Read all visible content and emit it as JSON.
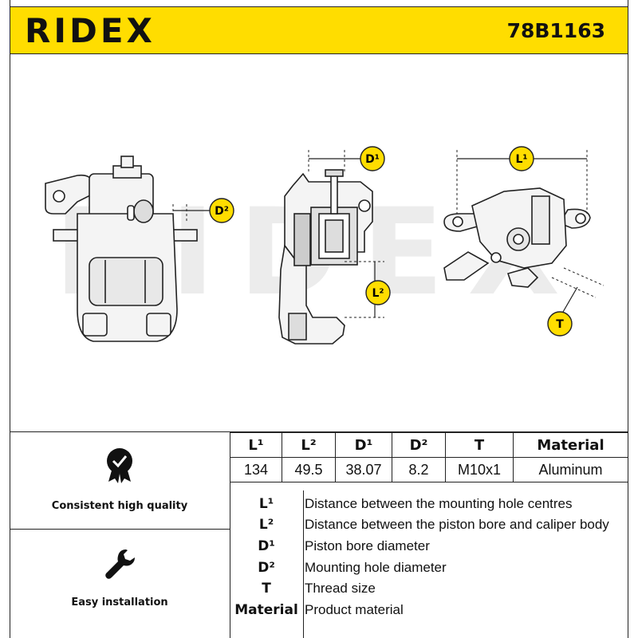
{
  "header": {
    "brand": "RIDEX",
    "part_number": "78B1163",
    "background_color": "#ffdd00"
  },
  "drawing": {
    "watermark": "RIDEX",
    "labels": {
      "d1": "D¹",
      "d2": "D²",
      "l1": "L¹",
      "l2": "L²",
      "t": "T"
    },
    "label_color": "#ffdd00"
  },
  "features": [
    {
      "icon": "quality-badge-icon",
      "label": "Consistent high quality"
    },
    {
      "icon": "wrench-icon",
      "label": "Easy installation"
    }
  ],
  "specs": {
    "headers": [
      "L¹",
      "L²",
      "D¹",
      "D²",
      "T",
      "Material"
    ],
    "values": [
      "134",
      "49.5",
      "38.07",
      "8.2",
      "M10x1",
      "Aluminum"
    ]
  },
  "legend": [
    {
      "key": "L¹",
      "desc": "Distance between the mounting hole centres"
    },
    {
      "key": "L²",
      "desc": "Distance between the piston bore and caliper body"
    },
    {
      "key": "D¹",
      "desc": "Piston bore diameter"
    },
    {
      "key": "D²",
      "desc": "Mounting hole diameter"
    },
    {
      "key": "T",
      "desc": "Thread size"
    },
    {
      "key": "Material",
      "desc": "Product material"
    }
  ]
}
